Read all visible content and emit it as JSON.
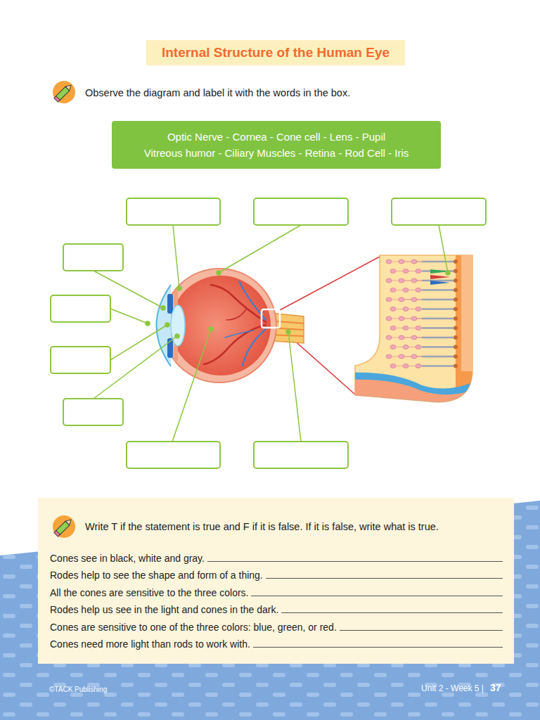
{
  "diagram": {
    "title": "Internal Structure of the Human Eye",
    "nodes": [
      {
        "text": [
          "Internal Structure of the Human Eye"
        ]
      },
      {
        "text": [
          "Optic Nerve - Cornea - Cone cell - Lens - Pupil",
          "Vitreous humor - Ciliary Muscles - Retina - Rod Cell - Iris"
        ]
      },
      {
        "text": [
          "Write T if the statement is true and F if it is false. If it is false, write what is true.",
          "Cones see in black, white and gray.",
          "Rodes help to see the shape and form of a thing.",
          "All the cones are sensitive to the three colors.",
          "Rodes help us see in the light and cones in the dark.",
          "Cones are sensitive to one of the three colors: blue, green, or red.",
          "Cones need more light than rods to work with."
        ]
      }
    ],
    "labels": [
      "Observe the diagram and label it with the words in the box.",
      "©TACK Publishing",
      "Unit 2 - Week 5 |",
      "37"
    ]
  }
}
